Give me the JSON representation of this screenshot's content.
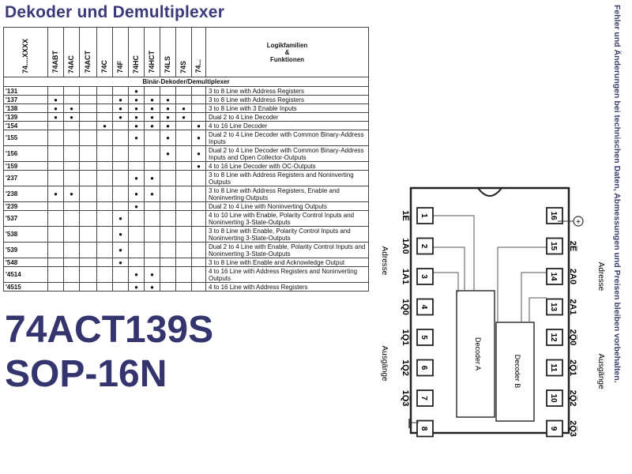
{
  "title": "Dekoder und Demultiplexer",
  "table": {
    "corner_label": "74....XXXX",
    "columns": [
      "74ABT",
      "74AC",
      "74ACT",
      "74C",
      "74F",
      "74HC",
      "74HCT",
      "74LS",
      "74S",
      "74..."
    ],
    "family_header": [
      "Logikfamilien",
      "&",
      "Funktionen"
    ],
    "section": "Binär-Dekoder/Demultiplexer",
    "dot_char": "●",
    "rows": [
      {
        "num": "'131",
        "dots": [
          0,
          0,
          0,
          0,
          0,
          1,
          0,
          0,
          0,
          0
        ],
        "desc": "3 to 8 Line with Address Registers"
      },
      {
        "num": "'137",
        "dots": [
          1,
          0,
          0,
          0,
          1,
          1,
          1,
          1,
          0,
          0
        ],
        "desc": "3 to 8 Line with Address Registers"
      },
      {
        "num": "'138",
        "dots": [
          1,
          1,
          0,
          0,
          1,
          1,
          1,
          1,
          1,
          0
        ],
        "desc": "3 to 8 Line with 3 Enable Inputs"
      },
      {
        "num": "'139",
        "dots": [
          1,
          1,
          0,
          0,
          1,
          1,
          1,
          1,
          1,
          0
        ],
        "desc": "Dual 2 to 4 Line Decoder"
      },
      {
        "num": "'154",
        "dots": [
          0,
          0,
          0,
          1,
          0,
          1,
          1,
          1,
          0,
          1
        ],
        "desc": "4 to 16 Line Decoder"
      },
      {
        "num": "'155",
        "dots": [
          0,
          0,
          0,
          0,
          0,
          1,
          0,
          1,
          0,
          1
        ],
        "desc": "Dual 2 to 4 Line Decoder with Common Binary-Address Inputs"
      },
      {
        "num": "'156",
        "dots": [
          0,
          0,
          0,
          0,
          0,
          0,
          0,
          1,
          0,
          1
        ],
        "desc": "Dual 2 to 4 Line Decoder with Common Binary-Address Inputs and Open Collector-Outputs"
      },
      {
        "num": "'159",
        "dots": [
          0,
          0,
          0,
          0,
          0,
          0,
          0,
          0,
          0,
          1
        ],
        "desc": "4 to 16 Line Decoder with OC-Outputs"
      },
      {
        "num": "'237",
        "dots": [
          0,
          0,
          0,
          0,
          0,
          1,
          1,
          0,
          0,
          0
        ],
        "desc": "3 to 8 Line with Address Registers and Noninverting Outputs"
      },
      {
        "num": "'238",
        "dots": [
          1,
          1,
          0,
          0,
          0,
          1,
          1,
          0,
          0,
          0
        ],
        "desc": "3 to 8 Line with Address Registers, Enable and Noninverting Outputs"
      },
      {
        "num": "'239",
        "dots": [
          0,
          0,
          0,
          0,
          0,
          1,
          0,
          0,
          0,
          0
        ],
        "desc": "Dual 2 to 4 Line with Noninverting Outputs"
      },
      {
        "num": "'537",
        "dots": [
          0,
          0,
          0,
          0,
          1,
          0,
          0,
          0,
          0,
          0
        ],
        "desc": "4 to 10 Line with Enable, Polarity Control Inputs and Noninverting 3-State-Outputs"
      },
      {
        "num": "'538",
        "dots": [
          0,
          0,
          0,
          0,
          1,
          0,
          0,
          0,
          0,
          0
        ],
        "desc": "3 to 8 Line with Enable, Polarity Control Inputs and Noninverting 3-State-Outputs"
      },
      {
        "num": "'539",
        "dots": [
          0,
          0,
          0,
          0,
          1,
          0,
          0,
          0,
          0,
          0
        ],
        "desc": "Dual 2 to 4 Line with Enable, Polarity Control Inputs and Noninverting 3-State-Outputs"
      },
      {
        "num": "'548",
        "dots": [
          0,
          0,
          0,
          0,
          1,
          0,
          0,
          0,
          0,
          0
        ],
        "desc": "3 to 8 Line with Enable and Acknowledge Output"
      },
      {
        "num": "'4514",
        "dots": [
          0,
          0,
          0,
          0,
          0,
          1,
          1,
          0,
          0,
          0
        ],
        "desc": "4 to 16 Line with Address Registers and Noninverting Outputs"
      },
      {
        "num": "'4515",
        "dots": [
          0,
          0,
          0,
          0,
          0,
          1,
          1,
          0,
          0,
          0
        ],
        "desc": "4 to 16 Line with Address Registers"
      }
    ]
  },
  "part_number": "74ACT139S",
  "package": "SOP-16N",
  "side_note": "Fehler und Änderungen bei technischen Daten, Abmessungen und Preisen bleiben vorbehalten.",
  "pinout": {
    "left_pins": [
      {
        "num": "1",
        "label": "1E̅"
      },
      {
        "num": "2",
        "label": "1A0"
      },
      {
        "num": "3",
        "label": "1A1"
      },
      {
        "num": "4",
        "label": "1Q̅0"
      },
      {
        "num": "5",
        "label": "1Q̅1"
      },
      {
        "num": "6",
        "label": "1Q̅2"
      },
      {
        "num": "7",
        "label": "1Q̅3"
      },
      {
        "num": "8",
        "label": ""
      }
    ],
    "right_pins": [
      {
        "num": "16",
        "label": ""
      },
      {
        "num": "15",
        "label": "2E̅"
      },
      {
        "num": "14",
        "label": "2A0"
      },
      {
        "num": "13",
        "label": "2A1"
      },
      {
        "num": "12",
        "label": "2Q̅0"
      },
      {
        "num": "11",
        "label": "2Q̅1"
      },
      {
        "num": "10",
        "label": "2Q̅2"
      },
      {
        "num": "9",
        "label": "2Q̅3"
      }
    ],
    "group_left_address": "Adresse",
    "group_left_outputs": "Ausgänge",
    "group_right_address": "Adresse",
    "group_right_outputs": "Ausgänge",
    "decoder_a": "Decoder A",
    "decoder_b": "Decoder B",
    "vcc_symbol": "+"
  }
}
